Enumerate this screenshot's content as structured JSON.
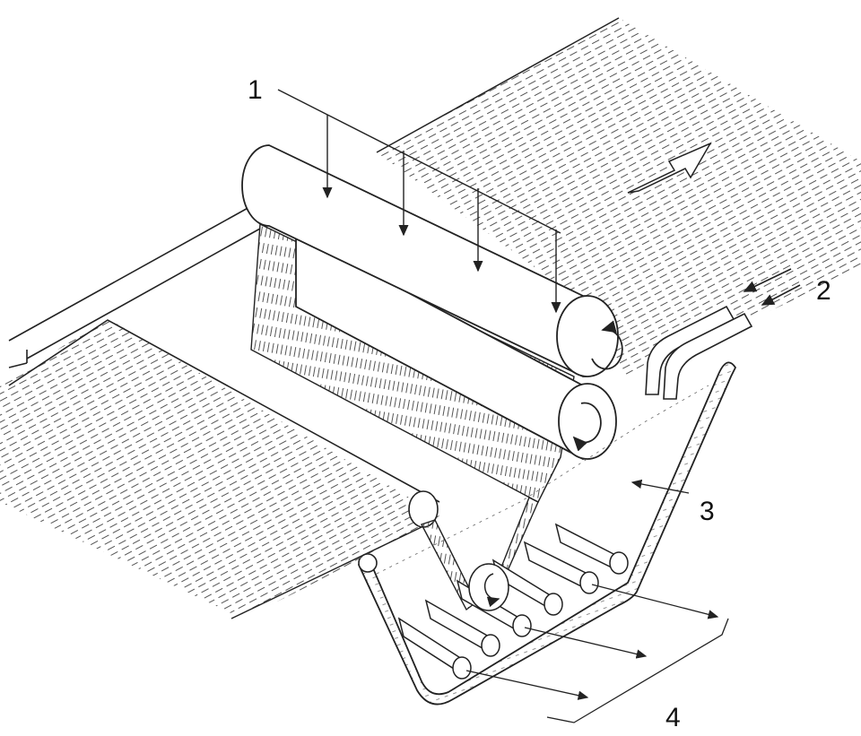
{
  "diagram": {
    "labels": [
      {
        "id": "1",
        "text": "1"
      },
      {
        "id": "2",
        "text": "2"
      },
      {
        "id": "3",
        "text": "3"
      },
      {
        "id": "4",
        "text": "4"
      }
    ],
    "colors": {
      "ink": "#222222",
      "background": "#ffffff",
      "hatch": "#555555"
    }
  }
}
